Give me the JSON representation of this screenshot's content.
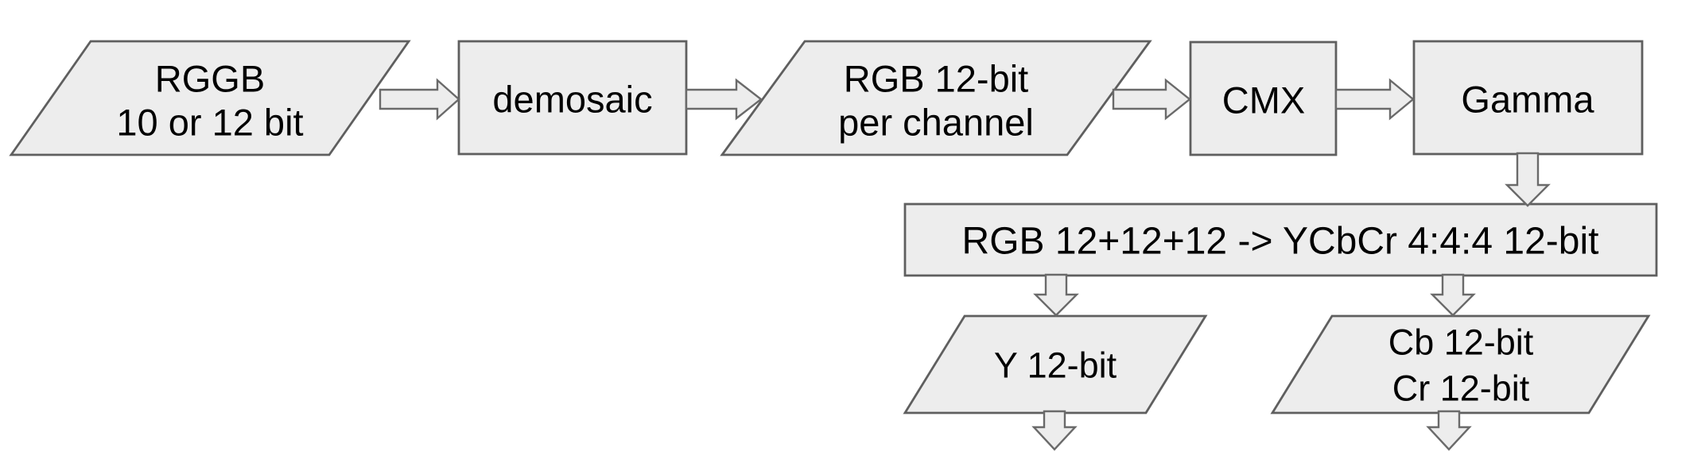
{
  "diagram_title": "Camera ISP YCbCr conversion pipeline flowchart",
  "colors": {
    "page_background": "#ffffff",
    "shape_fill": "#ededed",
    "shape_stroke": "#5f5f5f",
    "arrow_fill": "#ededed",
    "arrow_stroke": "#6a6a6a",
    "text_color": "#000000"
  },
  "nodes": {
    "rggb_input": {
      "type": "parallelogram-io",
      "lines": [
        "RGGB",
        "10 or 12 bit"
      ]
    },
    "demosaic": {
      "type": "process-rect",
      "label": "demosaic"
    },
    "rgb_12bit": {
      "type": "parallelogram-io",
      "lines": [
        "RGB 12-bit",
        "per channel"
      ]
    },
    "cmx": {
      "type": "process-rect",
      "label": "CMX"
    },
    "gamma": {
      "type": "process-rect",
      "label": "Gamma"
    },
    "csc": {
      "type": "process-rect",
      "label": "RGB 12+12+12 -> YCbCr 4:4:4 12-bit"
    },
    "y_output": {
      "type": "parallelogram-io",
      "label": "Y 12-bit"
    },
    "cbcr_output": {
      "type": "parallelogram-io",
      "lines": [
        "Cb 12-bit",
        "Cr 12-bit"
      ]
    }
  },
  "edges": [
    {
      "from": "rggb_input",
      "to": "demosaic",
      "direction": "right"
    },
    {
      "from": "demosaic",
      "to": "rgb_12bit",
      "direction": "right"
    },
    {
      "from": "rgb_12bit",
      "to": "cmx",
      "direction": "right"
    },
    {
      "from": "cmx",
      "to": "gamma",
      "direction": "right"
    },
    {
      "from": "gamma",
      "to": "csc",
      "direction": "down"
    },
    {
      "from": "csc",
      "to": "y_output",
      "direction": "down"
    },
    {
      "from": "csc",
      "to": "cbcr_output",
      "direction": "down"
    },
    {
      "from": "y_output",
      "to": "offscreen",
      "direction": "down"
    },
    {
      "from": "cbcr_output",
      "to": "offscreen",
      "direction": "down"
    }
  ]
}
